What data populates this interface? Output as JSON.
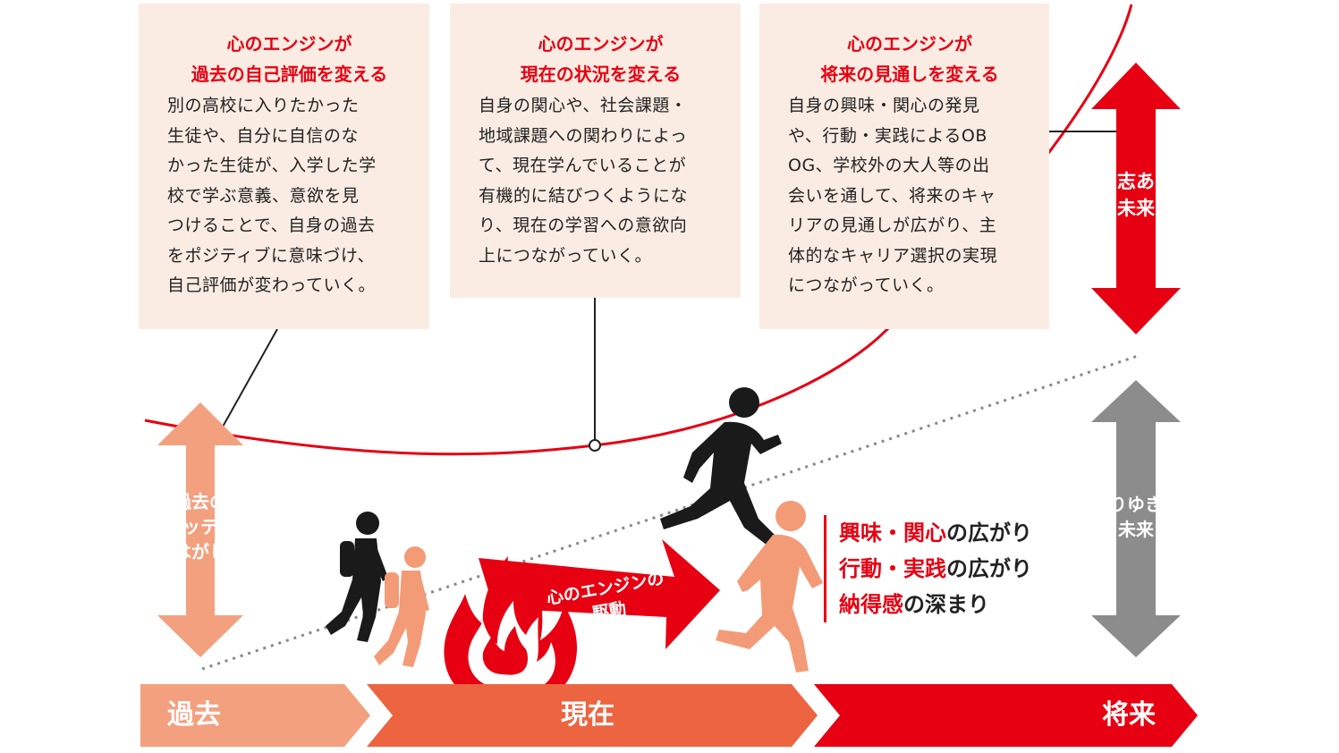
{
  "cards": [
    {
      "title_lines": [
        "心のエンジンが",
        "過去の自己評価を変える"
      ],
      "body_lines": [
        "別の高校に入りたかった",
        "生徒や、自分に自信のな",
        "かった生徒が、入学した学",
        "校で学ぶ意義、意欲を見",
        "つけることで、自身の過去",
        "をポジティブに意味づけ、",
        "自己評価が変わっていく。"
      ]
    },
    {
      "title_lines": [
        "心のエンジンが",
        "現在の状況を変える"
      ],
      "body_lines": [
        "自身の関心や、社会課題・",
        "地域課題への関わりによっ",
        "て、現在学んでいることが",
        "有機的に結びつくようにな",
        "り、現在の学習への意欲向",
        "上につながっていく。"
      ]
    },
    {
      "title_lines": [
        "心のエンジンが",
        "将来の見通しを変える"
      ],
      "body_lines": [
        "自身の興味・関心の発見",
        "や、行動・実践によるOB",
        "OG、学校外の大人等の出",
        "会いを通して、将来のキャ",
        "リアの見通しが広がり、主",
        "体的なキャリア選択の実現",
        "につながっていく。"
      ]
    }
  ],
  "arrows": {
    "past_label": [
      "過去の",
      "レッテル",
      "はがし"
    ],
    "purposeful_future": [
      "意志ある",
      "未来"
    ],
    "drift_future": [
      "なりゆきの",
      "未来"
    ],
    "engine_label": [
      "心のエンジンの",
      "駆動"
    ]
  },
  "growth": [
    {
      "parts": [
        {
          "t": "興味",
          "hl": true
        },
        {
          "t": "・",
          "hl": true
        },
        {
          "t": "関心",
          "hl": true
        },
        {
          "t": "の広がり",
          "hl": false
        }
      ]
    },
    {
      "parts": [
        {
          "t": "行動",
          "hl": true
        },
        {
          "t": "・",
          "hl": true
        },
        {
          "t": "実践",
          "hl": true
        },
        {
          "t": "の広がり",
          "hl": false
        }
      ]
    },
    {
      "parts": [
        {
          "t": "納得感",
          "hl": true
        },
        {
          "t": "の深まり",
          "hl": false
        }
      ]
    }
  ],
  "timeline": {
    "past": "過去",
    "present": "現在",
    "future": "将来"
  },
  "colors": {
    "red": "#e60012",
    "salmon": "#f3a07f",
    "orange": "#ec6440",
    "gray": "#8c8c8c",
    "card_bg": "#fbece3",
    "figure_dark": "#1a1a1a",
    "figure_light": "#f39b77"
  }
}
